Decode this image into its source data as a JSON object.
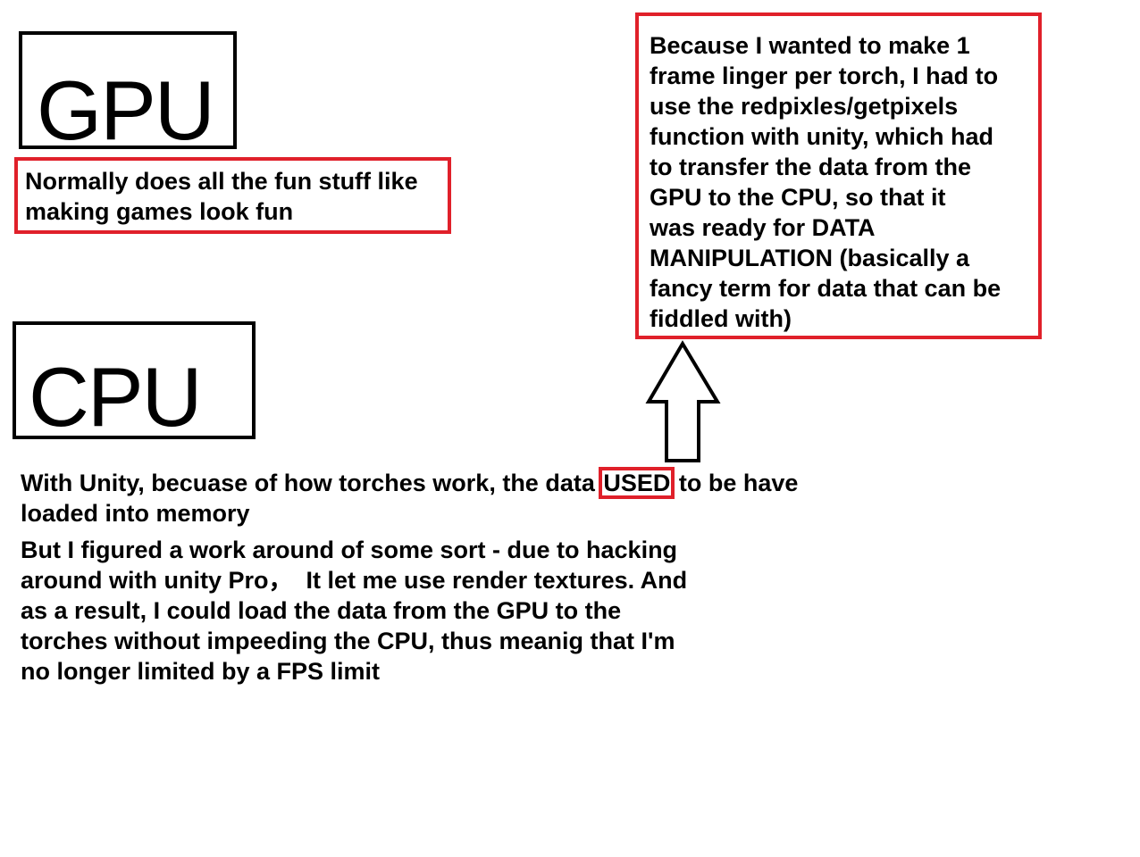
{
  "gpu": {
    "heading": "GPU",
    "description": "Normally does all the fun stuff like\nmaking games look fun"
  },
  "cpu": {
    "heading": "CPU"
  },
  "callout": {
    "text": "Because I wanted to make 1\nframe linger per torch, I had to\nuse the redpixles/getpixels\nfunction with unity, which had\nto transfer the data from the\nGPU to the CPU, so that it\nwas ready for DATA\nMANIPULATION (basically a\nfancy term for data that can be\nfiddled with)"
  },
  "notes": {
    "unity_before": "With Unity, becuase of how torches work, the data ",
    "unity_highlight": "USED",
    "unity_after": " to be have\nloaded into memory",
    "workaround": "But I figured a work around of some sort - due to hacking\naround with unity Pro，  It let me use render textures. And\nas a result, I could load the data from the GPU to the\ntorches without impeeding the CPU, thus meanig that I'm\nno longer limited by a FPS limit"
  },
  "colors": {
    "highlight_border": "#e0202a",
    "label_border": "#000000"
  }
}
